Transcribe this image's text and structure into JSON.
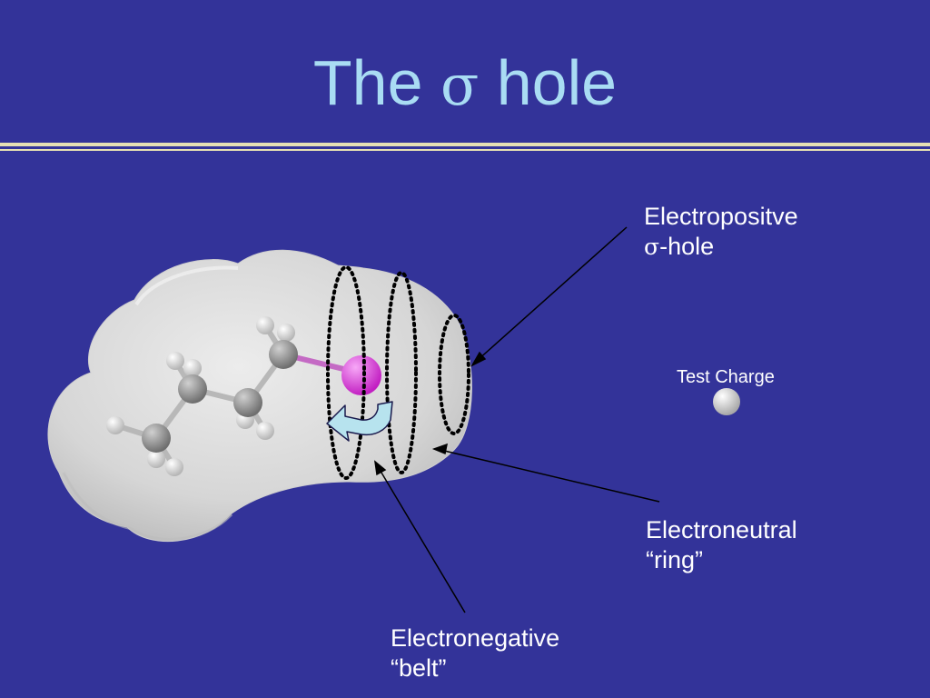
{
  "slide": {
    "title_prefix": "The",
    "title_symbol": "σ",
    "title_suffix": "hole"
  },
  "labels": {
    "sigma_hole_line1": "Electropositve",
    "sigma_hole_symbol": "σ",
    "sigma_hole_line2_suffix": "-hole",
    "ring_line1": "Electroneutral",
    "ring_line2": "“ring”",
    "belt_line1": "Electronegative",
    "belt_line2": "“belt”",
    "test_charge": "Test Charge"
  },
  "colors": {
    "background": "#333399",
    "title": "#a9dcf3",
    "surface": "#d9d9d9",
    "halogen_atom": "#dd33dd",
    "carbon_atom": "#8a8a8a",
    "hydrogen_atom": "#e6e6e6",
    "rotation_arrow": "#b7e3ee",
    "rule": "#e6dfb4"
  },
  "icons": {
    "rotation": "curved-arrow-icon",
    "test_charge": "sphere-icon"
  }
}
